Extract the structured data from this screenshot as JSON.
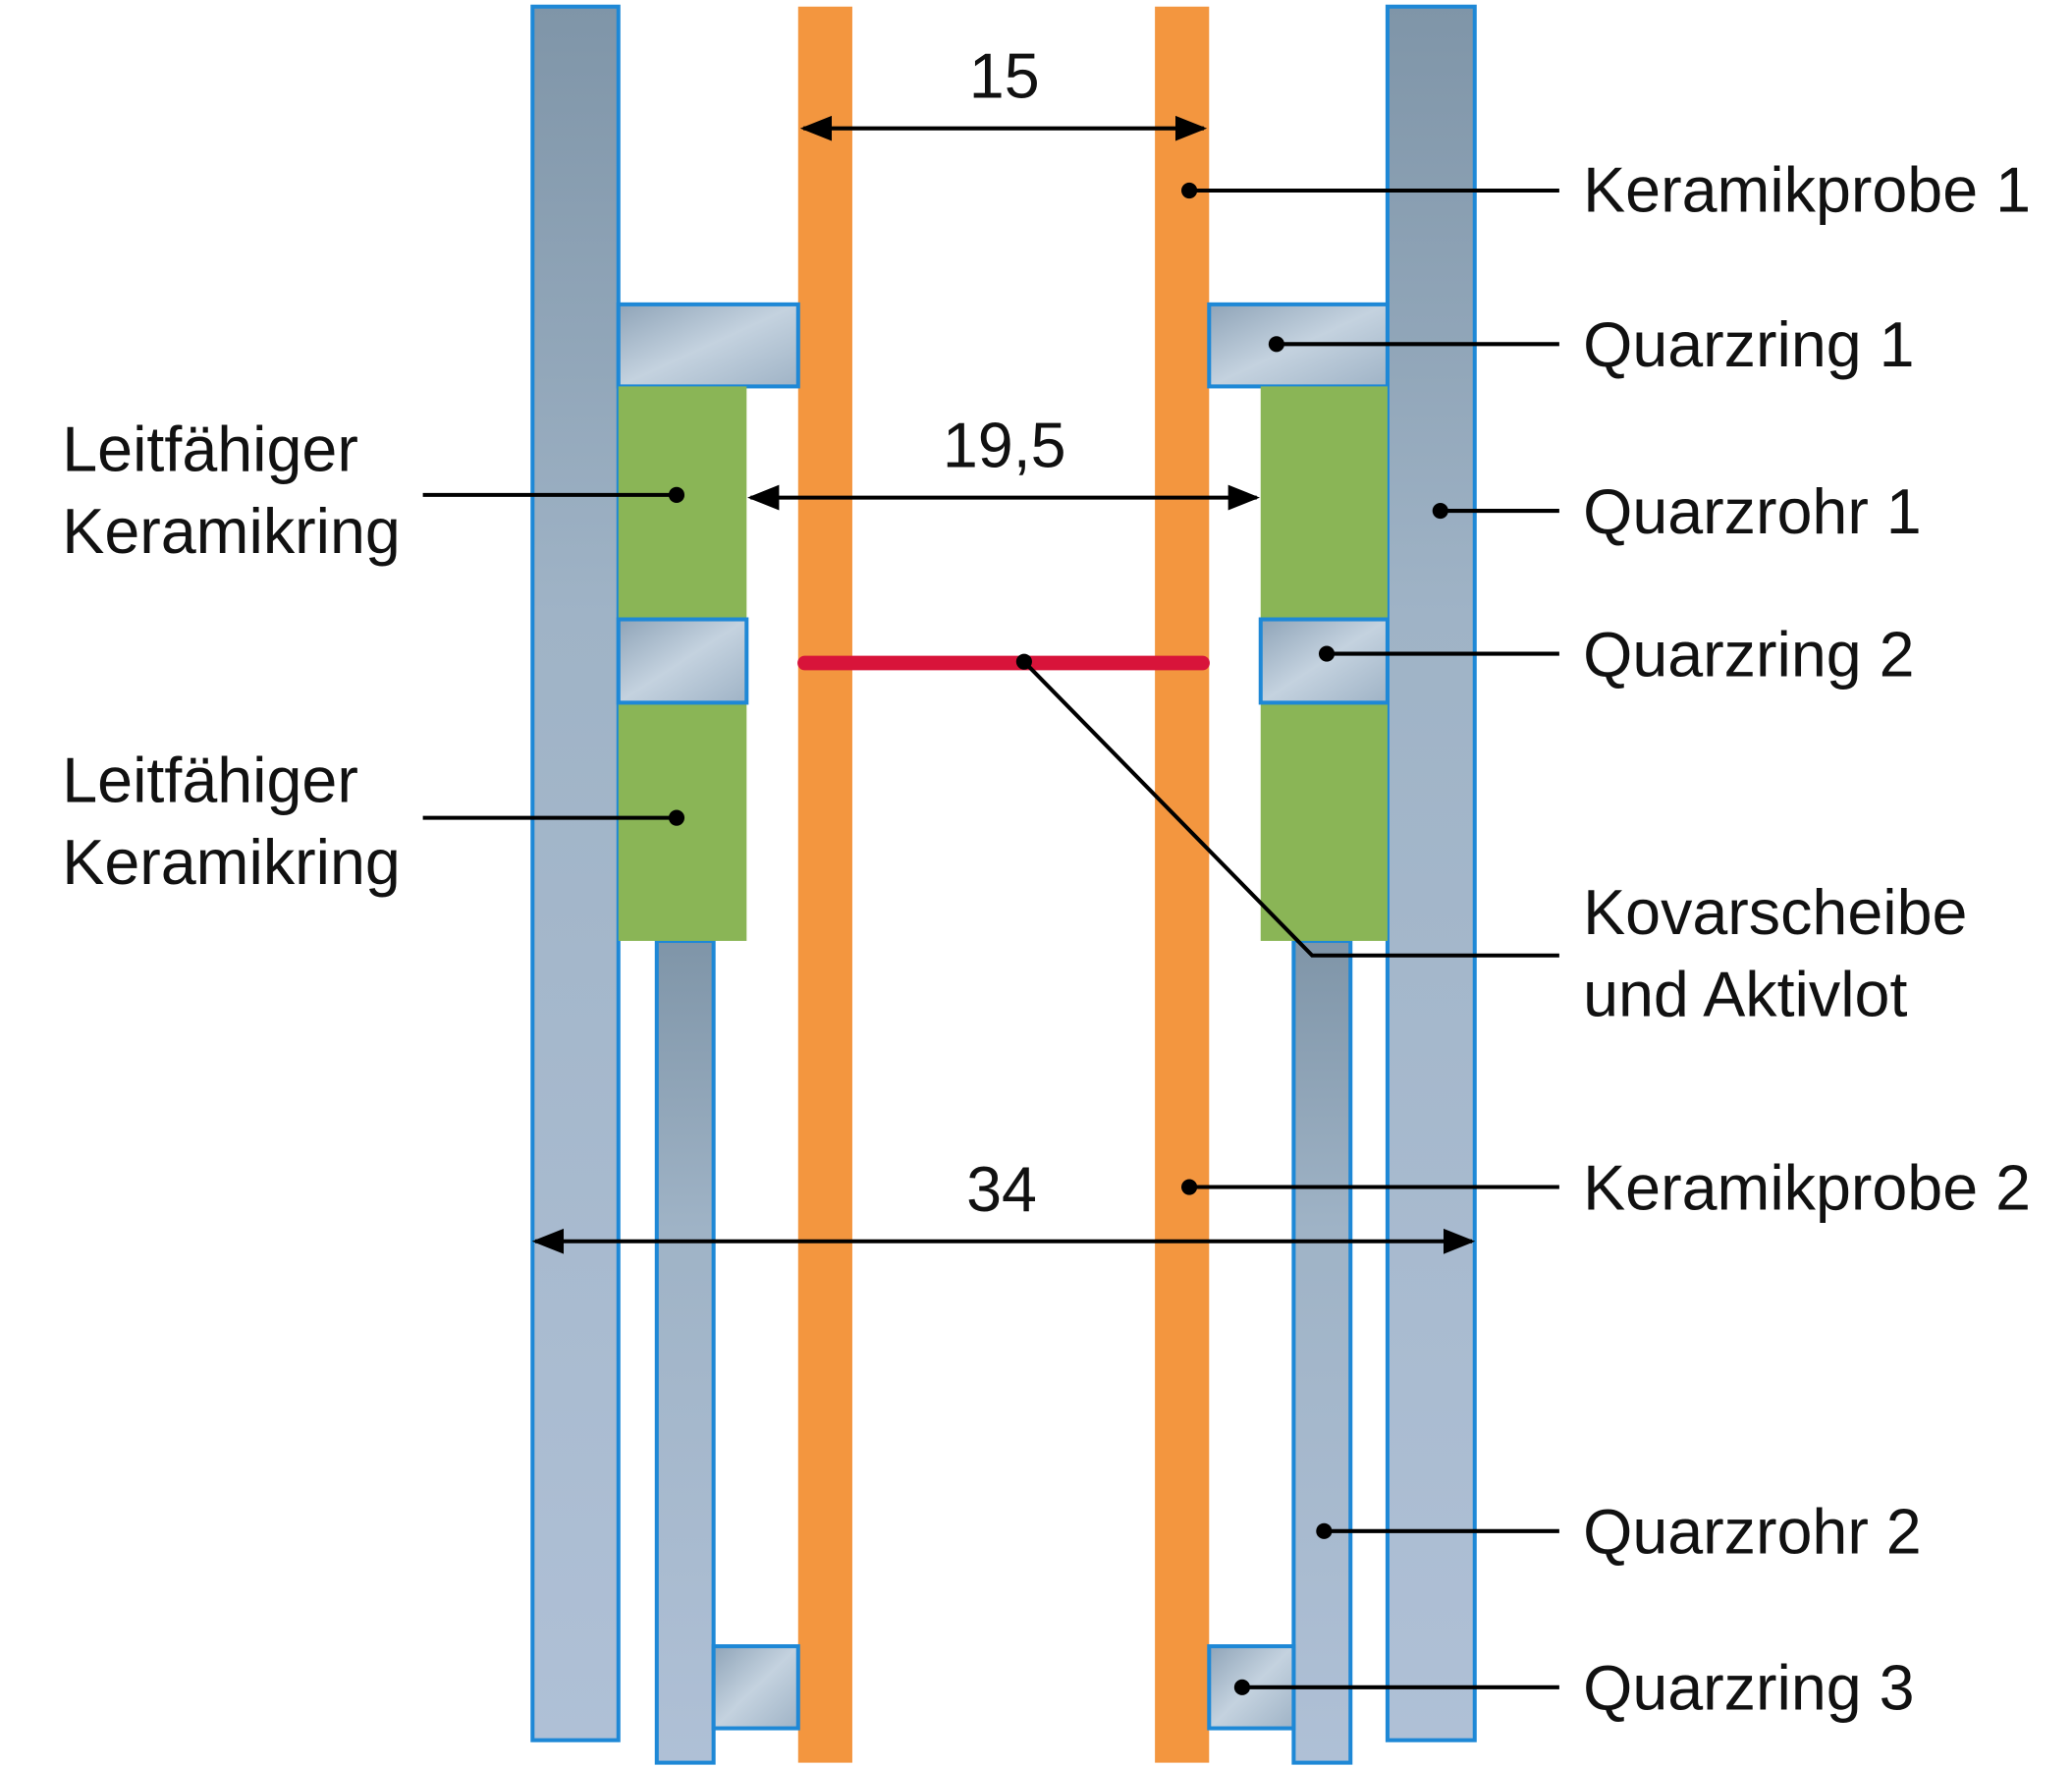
{
  "dimensions": {
    "inner_gap": "15",
    "ring_gap": "19,5",
    "outer_width": "34"
  },
  "labels_right": {
    "keramikprobe1": "Keramikprobe 1",
    "quarzring1": "Quarzring 1",
    "quarzrohr1": "Quarzrohr 1",
    "quarzring2": "Quarzring 2",
    "kovar_line1": "Kovarscheibe",
    "kovar_line2": "und Aktivlot",
    "keramikprobe2": "Keramikprobe 2",
    "quarzrohr2": "Quarzrohr 2",
    "quarzring3": "Quarzring 3"
  },
  "labels_left": {
    "ring1_line1": "Leitfähiger",
    "ring1_line2": "Keramikring",
    "ring2_line1": "Leitfähiger",
    "ring2_line2": "Keramikring"
  },
  "colors": {
    "quartz_border": "#1e88d6",
    "ceramic_sample": "#f3963f",
    "conductive_ring": "#8ab556",
    "kovar": "#d8143a"
  }
}
